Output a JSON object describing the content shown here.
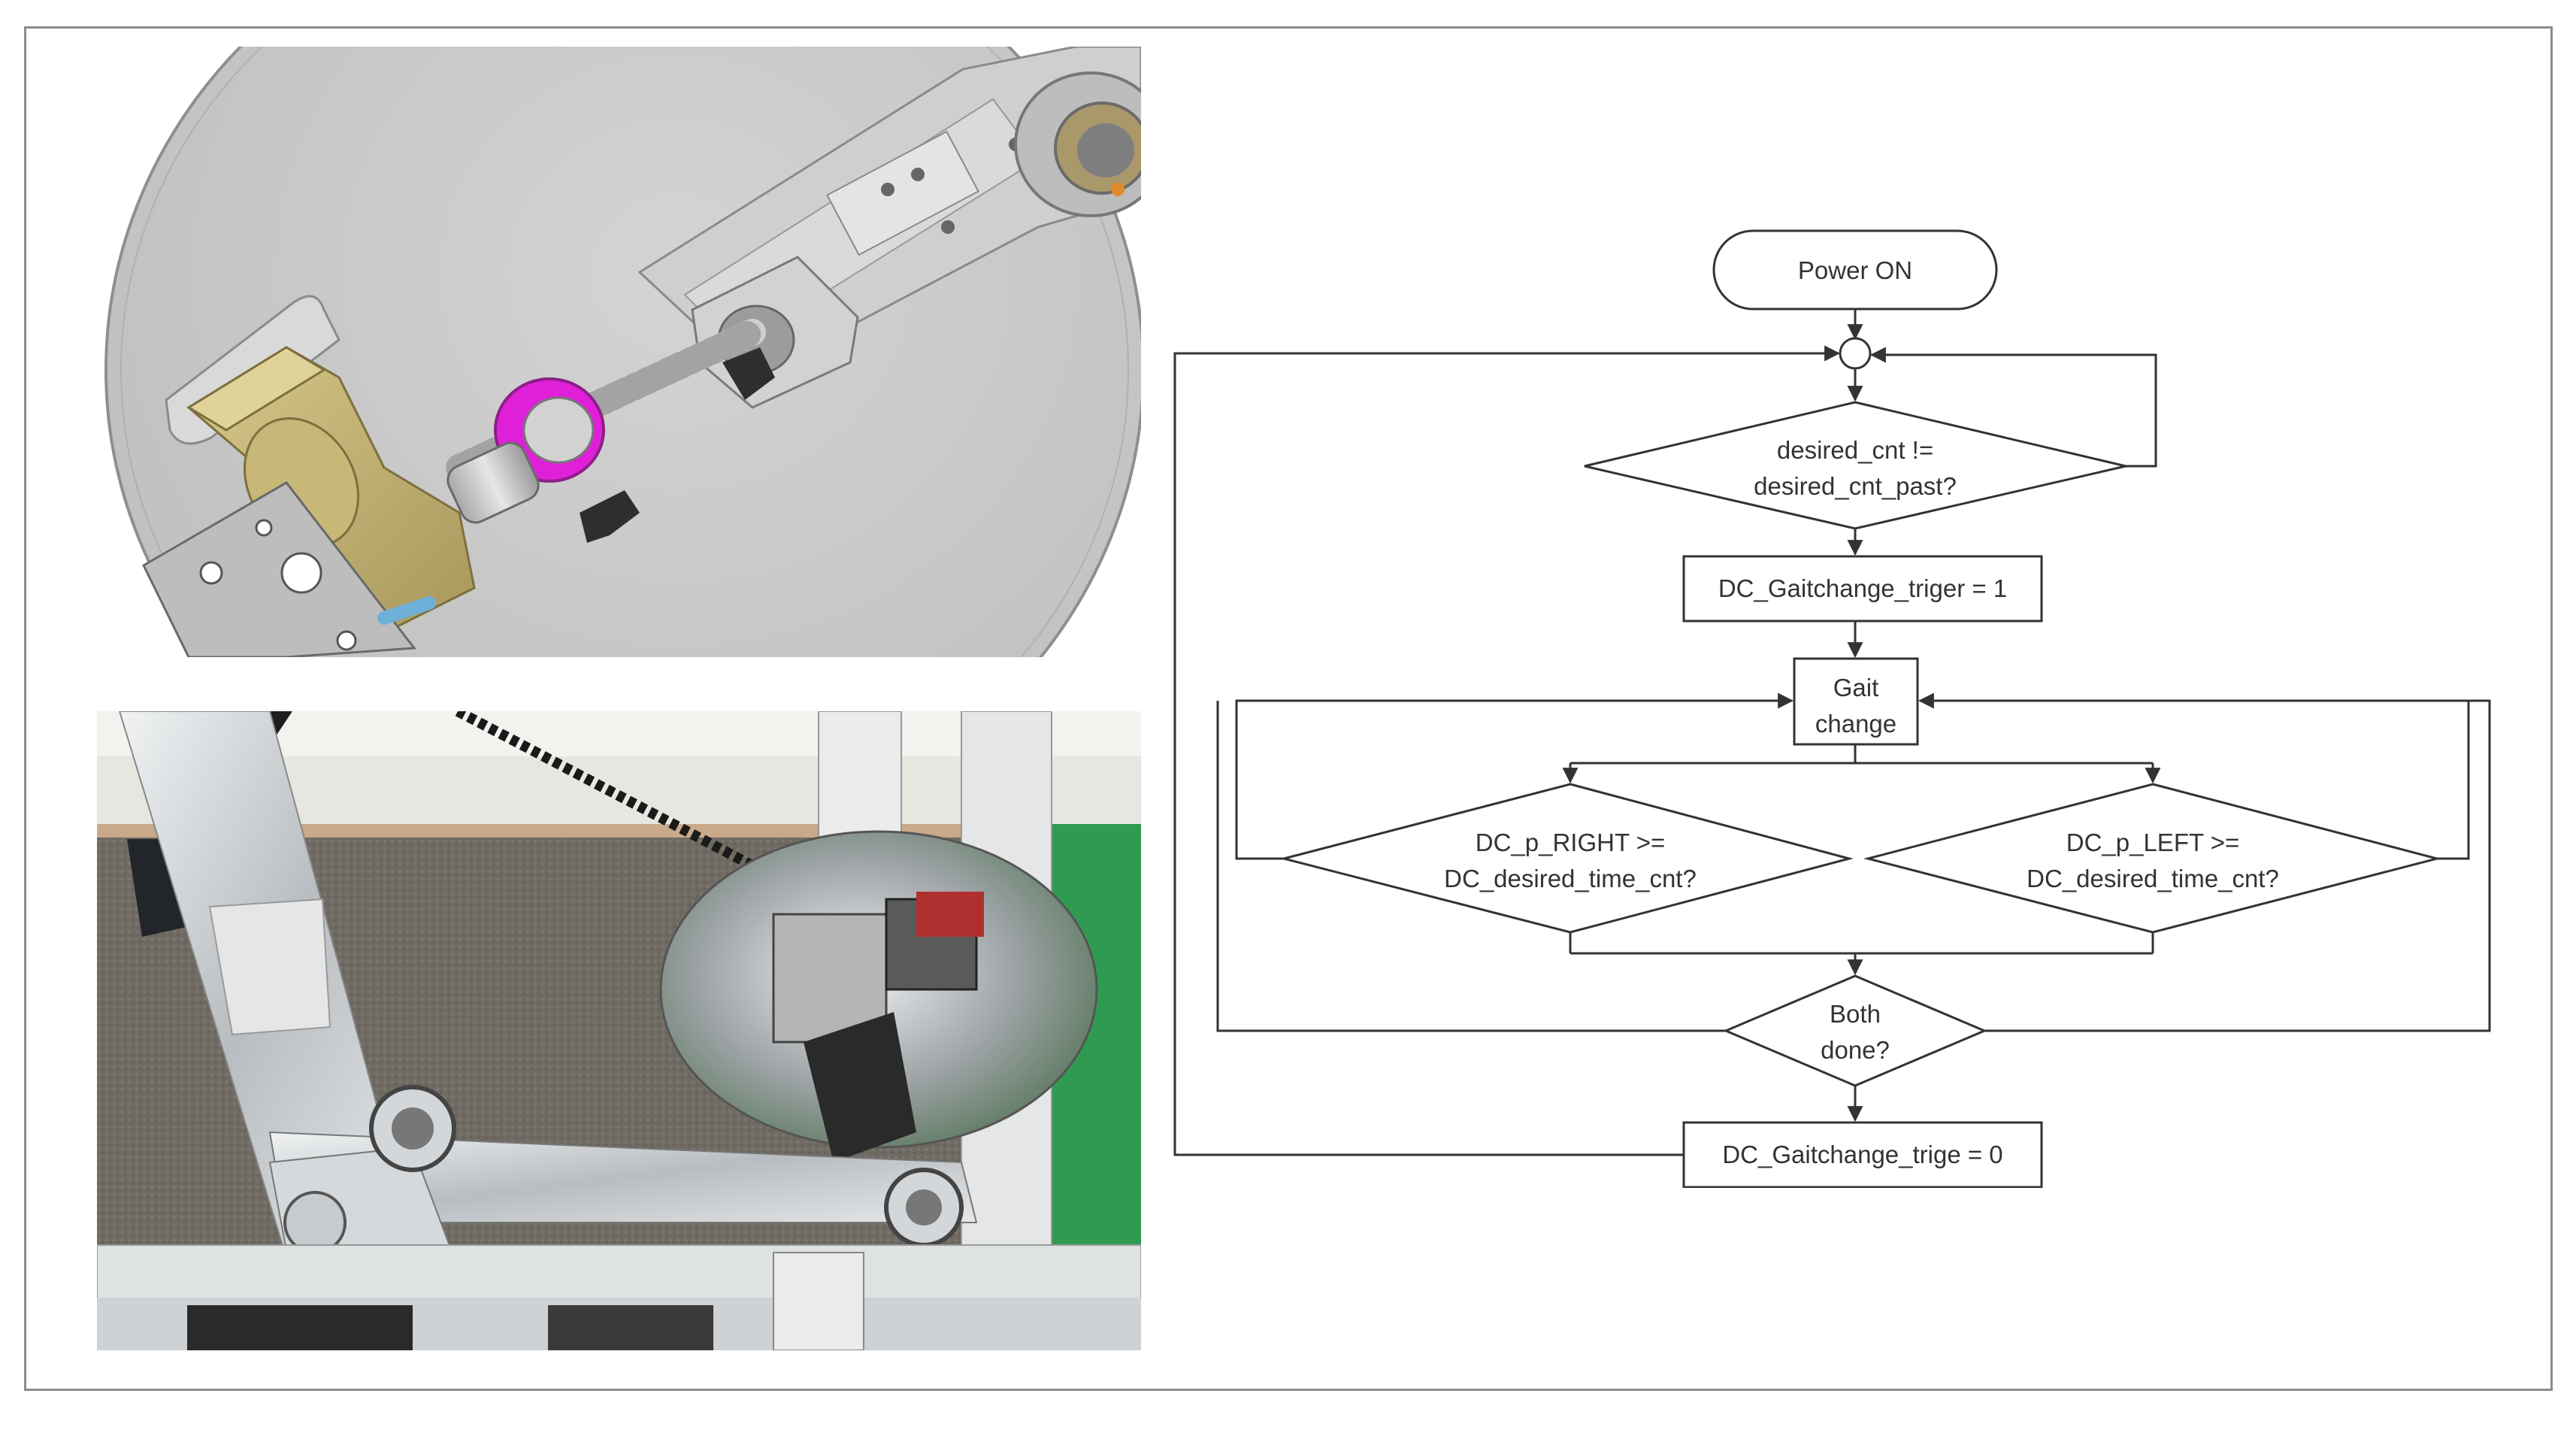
{
  "flowchart": {
    "start": "Power ON",
    "decision_1": [
      "desired_cnt !=",
      "desired_cnt_past?"
    ],
    "process_1": "DC_Gaitchange_triger = 1",
    "process_2": [
      "Gait",
      "change"
    ],
    "decision_right": [
      "DC_p_RIGHT >=",
      "DC_desired_time_cnt?"
    ],
    "decision_left": [
      "DC_p_LEFT >=",
      "DC_desired_time_cnt?"
    ],
    "decision_both": [
      "Both",
      "done?"
    ],
    "process_end": "DC_Gaitchange_trige = 0"
  },
  "colors": {
    "line": "#333333",
    "cad_background": "#ffffff",
    "cad_disk": "#c9c9c9",
    "cad_yellow": "#b9a864",
    "cad_magenta": "#e020d8",
    "photo_floor": "#6f6a62",
    "photo_aluminium": "#cfd3d6"
  }
}
